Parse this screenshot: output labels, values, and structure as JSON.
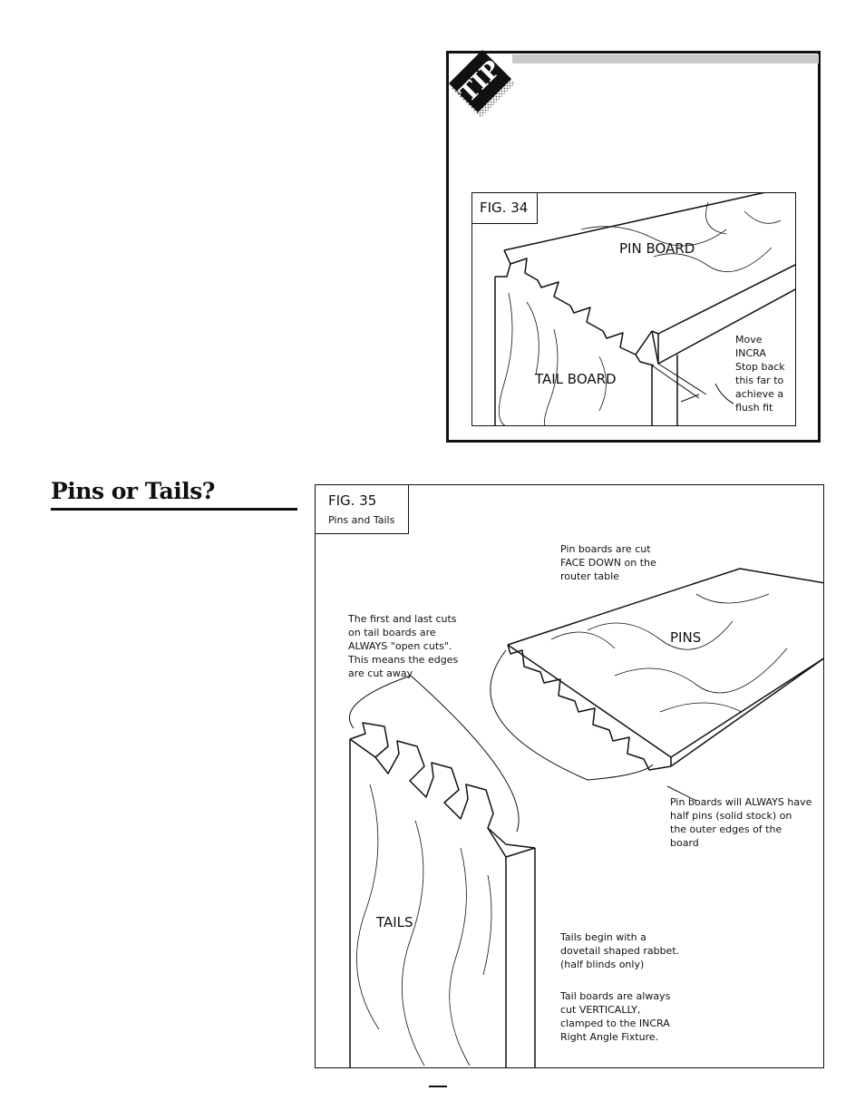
{
  "tip": {
    "badge": "TIP",
    "figure": {
      "label": "FIG. 34",
      "pin_board_label": "PIN BOARD",
      "tail_board_label": "TAIL BOARD",
      "note_lines": [
        "Move",
        "INCRA",
        "Stop back",
        "this far to",
        "achieve a",
        "flush fit"
      ]
    }
  },
  "section": {
    "heading": "Pins or Tails?"
  },
  "fig35": {
    "label": "FIG. 35",
    "subtitle": "Pins and Tails",
    "pins_label": "PINS",
    "tails_label": "TAILS",
    "note_pins_face_down": [
      "Pin boards are cut",
      "FACE DOWN on the",
      "router table"
    ],
    "note_open_cuts": [
      "The first and last cuts",
      "on tail boards are",
      "ALWAYS \"open cuts\".",
      "This means the edges",
      "are cut away"
    ],
    "note_half_pins": [
      "Pin boards will ALWAYS have",
      "half pins (solid stock) on",
      "the outer edges of the",
      "board"
    ],
    "note_tails_begin": [
      "Tails begin with a",
      "dovetail shaped rabbet.",
      "(half blinds only)"
    ],
    "note_tails_vertical": [
      "Tail boards are always",
      "cut VERTICALLY,",
      "clamped to the INCRA",
      "Right Angle Fixture."
    ]
  }
}
